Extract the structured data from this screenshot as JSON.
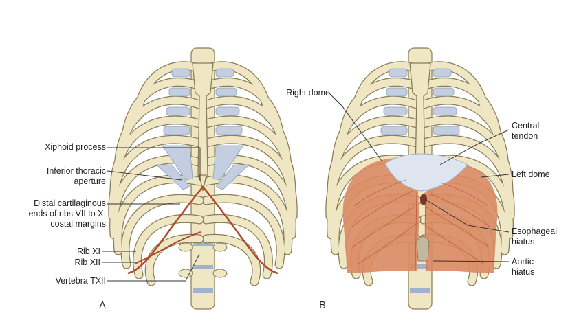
{
  "panels": {
    "a": {
      "letter": "A"
    },
    "b": {
      "letter": "B"
    }
  },
  "labels_a": {
    "xiphoid": "Xiphoid process",
    "inferior_line1": "Inferior thoracic",
    "inferior_line2": "aperture",
    "distal_line1": "Distal cartilaginous",
    "distal_line2": "ends of ribs VII to X;",
    "distal_line3": "costal margins",
    "rib_xi": "Rib XI",
    "rib_xii": "Rib XII",
    "vertebra": "Vertebra TXII"
  },
  "labels_b": {
    "right_dome": "Right dome",
    "central_line1": "Central",
    "central_line2": "tendon",
    "left_dome": "Left dome",
    "esophageal_line1": "Esophageal",
    "esophageal_line2": "hiatus",
    "aortic_line1": "Aortic",
    "aortic_line2": "hiatus"
  },
  "colors": {
    "bone": "#efe6c4",
    "bone_outline": "#8a7c55",
    "cartilage": "#c3cfe0",
    "costal_margin": "#b0482a",
    "diaphragm_muscle": "#d98a62",
    "diaphragm_fibers": "#b5563a",
    "central_tendon": "#dfe5ee",
    "leader_line": "#333333"
  }
}
